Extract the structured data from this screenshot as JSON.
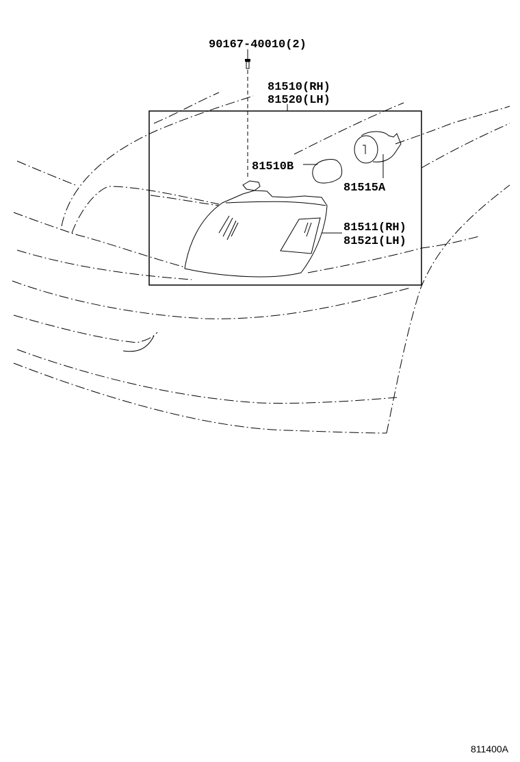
{
  "diagram": {
    "labels": {
      "screw": "90167-40010(2)",
      "lamp_rh": "81510(RH)",
      "lamp_lh": "81520(LH)",
      "bulb": "81510B",
      "socket": "81515A",
      "lens_rh": "81511(RH)",
      "lens_lh": "81521(LH)"
    },
    "figure_code": "811400A"
  }
}
